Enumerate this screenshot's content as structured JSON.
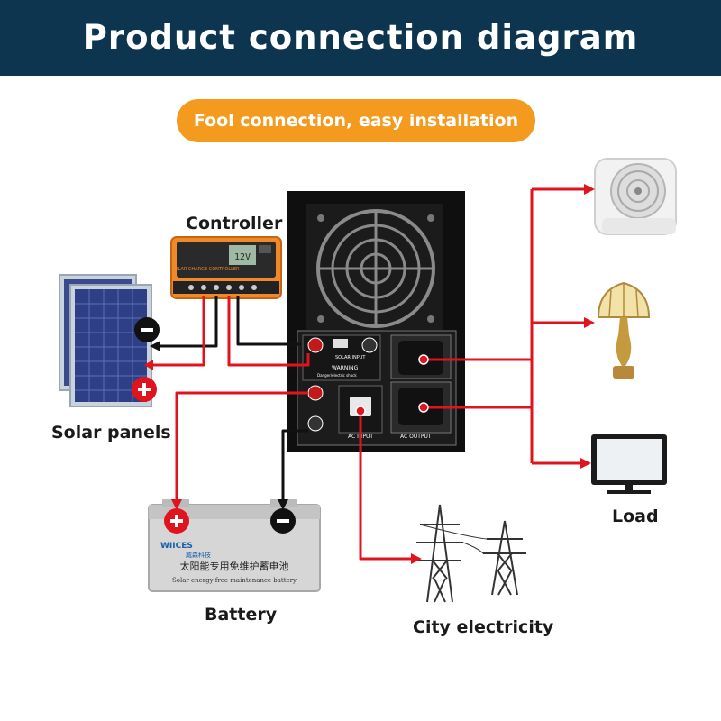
{
  "header": {
    "title": "Product connection diagram"
  },
  "badge": {
    "text": "Fool connection, easy installation"
  },
  "labels": {
    "controller": "Controller",
    "solar_panels": "Solar panels",
    "battery": "Battery",
    "city_electricity": "City electricity",
    "load": "Load"
  },
  "controller": {
    "brand_text": "SOLAR CHARGE CONTROLLER",
    "display_text": "12V"
  },
  "inverter": {
    "solar_input_label": "SOLAR INPUT",
    "warning_label": "WARNING",
    "warning_note": "Danger/electric shock",
    "ac_input_label": "AC INPUT",
    "ac_output_label": "AC OUTPUT"
  },
  "battery": {
    "brand": "WIICES",
    "brand_cn": "威森科技",
    "cn_text": "太阳能专用免维护蓄电池",
    "en_text": "Solar energy free maintenance battery"
  },
  "colors": {
    "header": "#0d3550",
    "badge": "#f39a1f",
    "wire_red": "#e0141e",
    "wire_black": "#111111"
  }
}
